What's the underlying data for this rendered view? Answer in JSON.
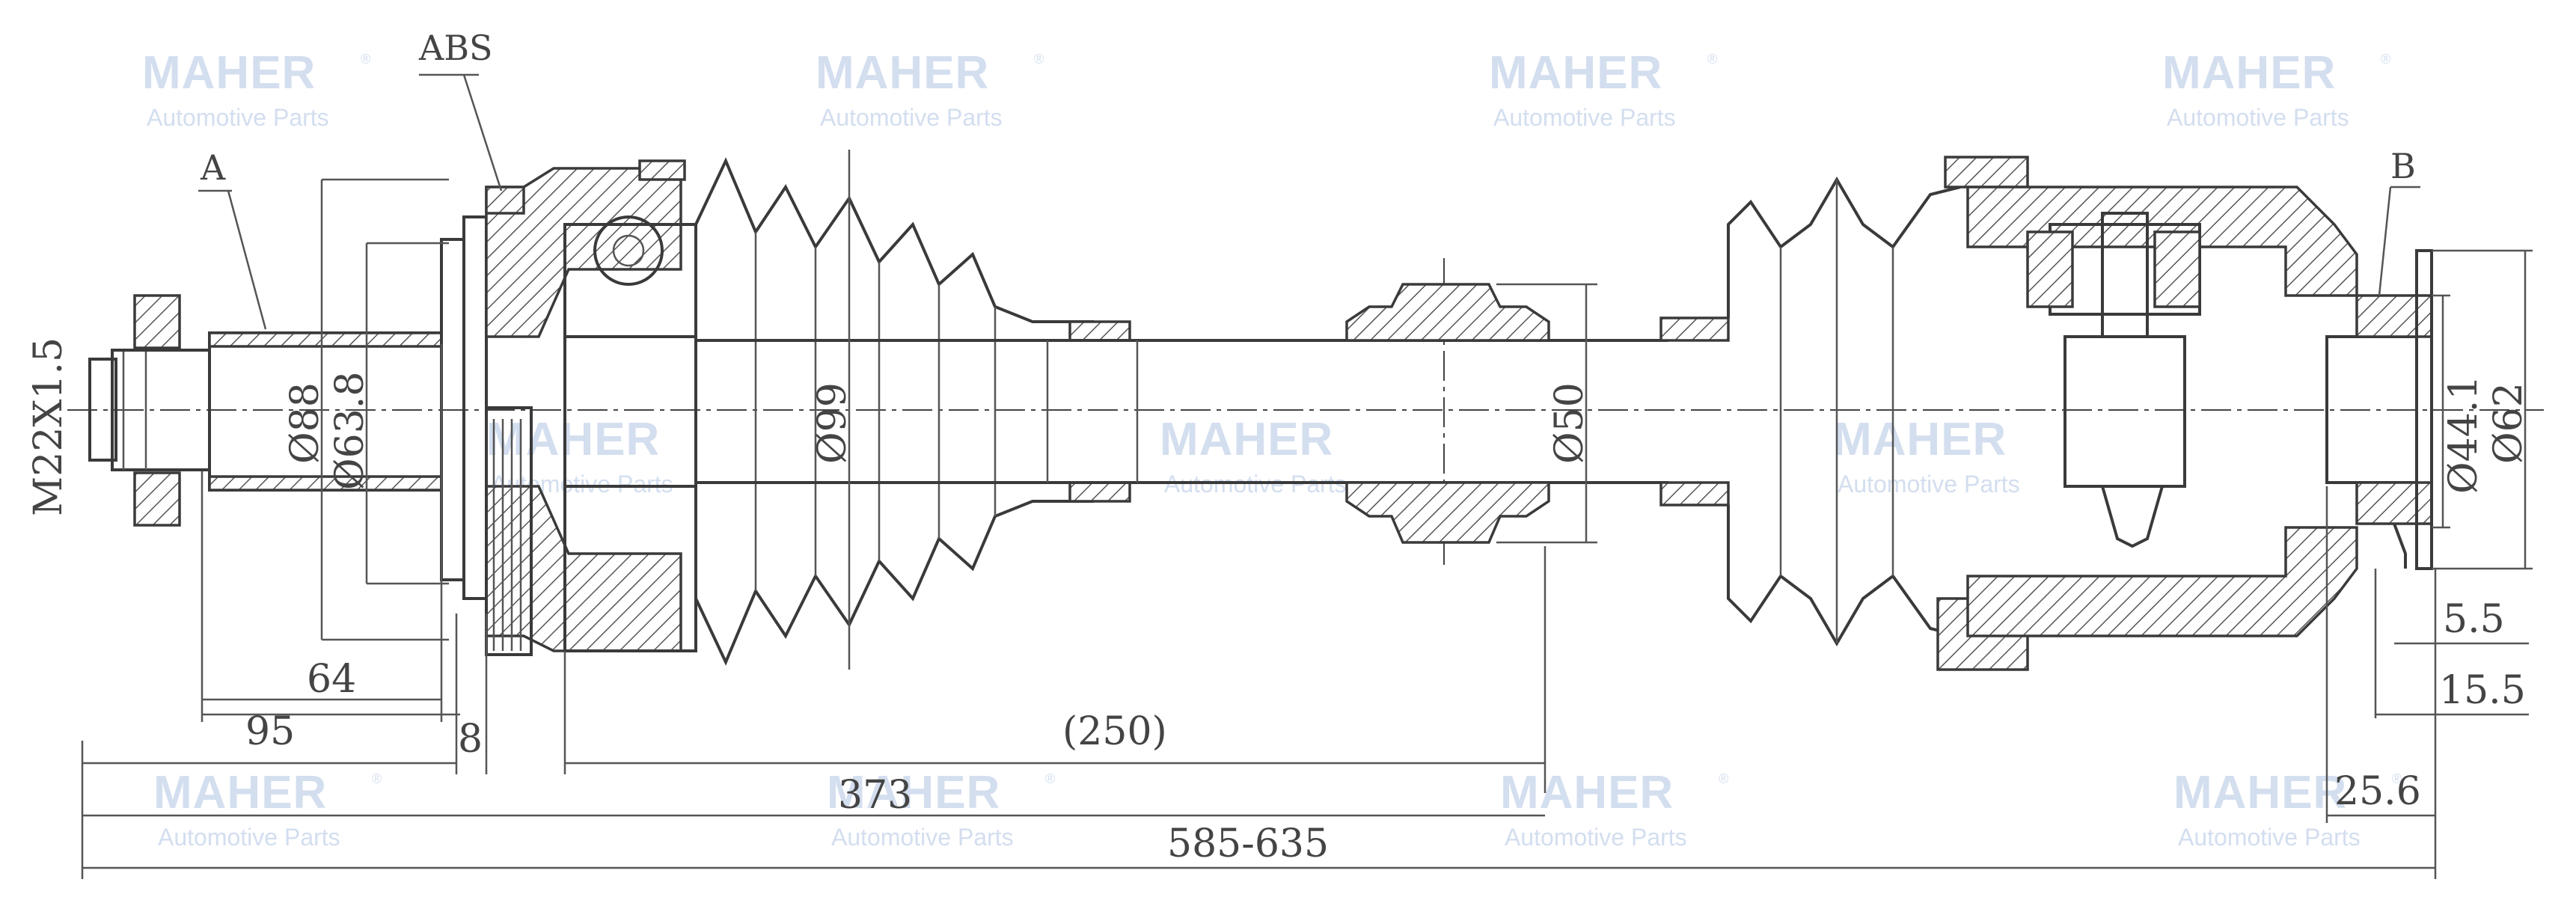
{
  "watermark": {
    "brand": "MAHER",
    "registered": "®",
    "subtitle": "Automotive Parts"
  },
  "labels": {
    "abs": "ABS",
    "a": "A",
    "b": "B"
  },
  "dimensions": {
    "thread": "M22X1.5",
    "dia_88": "Ø88",
    "dia_63_8": "Ø63.8",
    "dia_99": "Ø99",
    "dia_50": "Ø50",
    "dia_44_1": "Ø44.1",
    "dia_62": "Ø62",
    "len_64": "64",
    "len_95": "95",
    "len_8": "8",
    "len_250": "(250)",
    "len_373": "373",
    "len_585_635": "585-635",
    "len_5_5": "5.5",
    "len_15_5": "15.5",
    "len_25_6": "25.6"
  }
}
